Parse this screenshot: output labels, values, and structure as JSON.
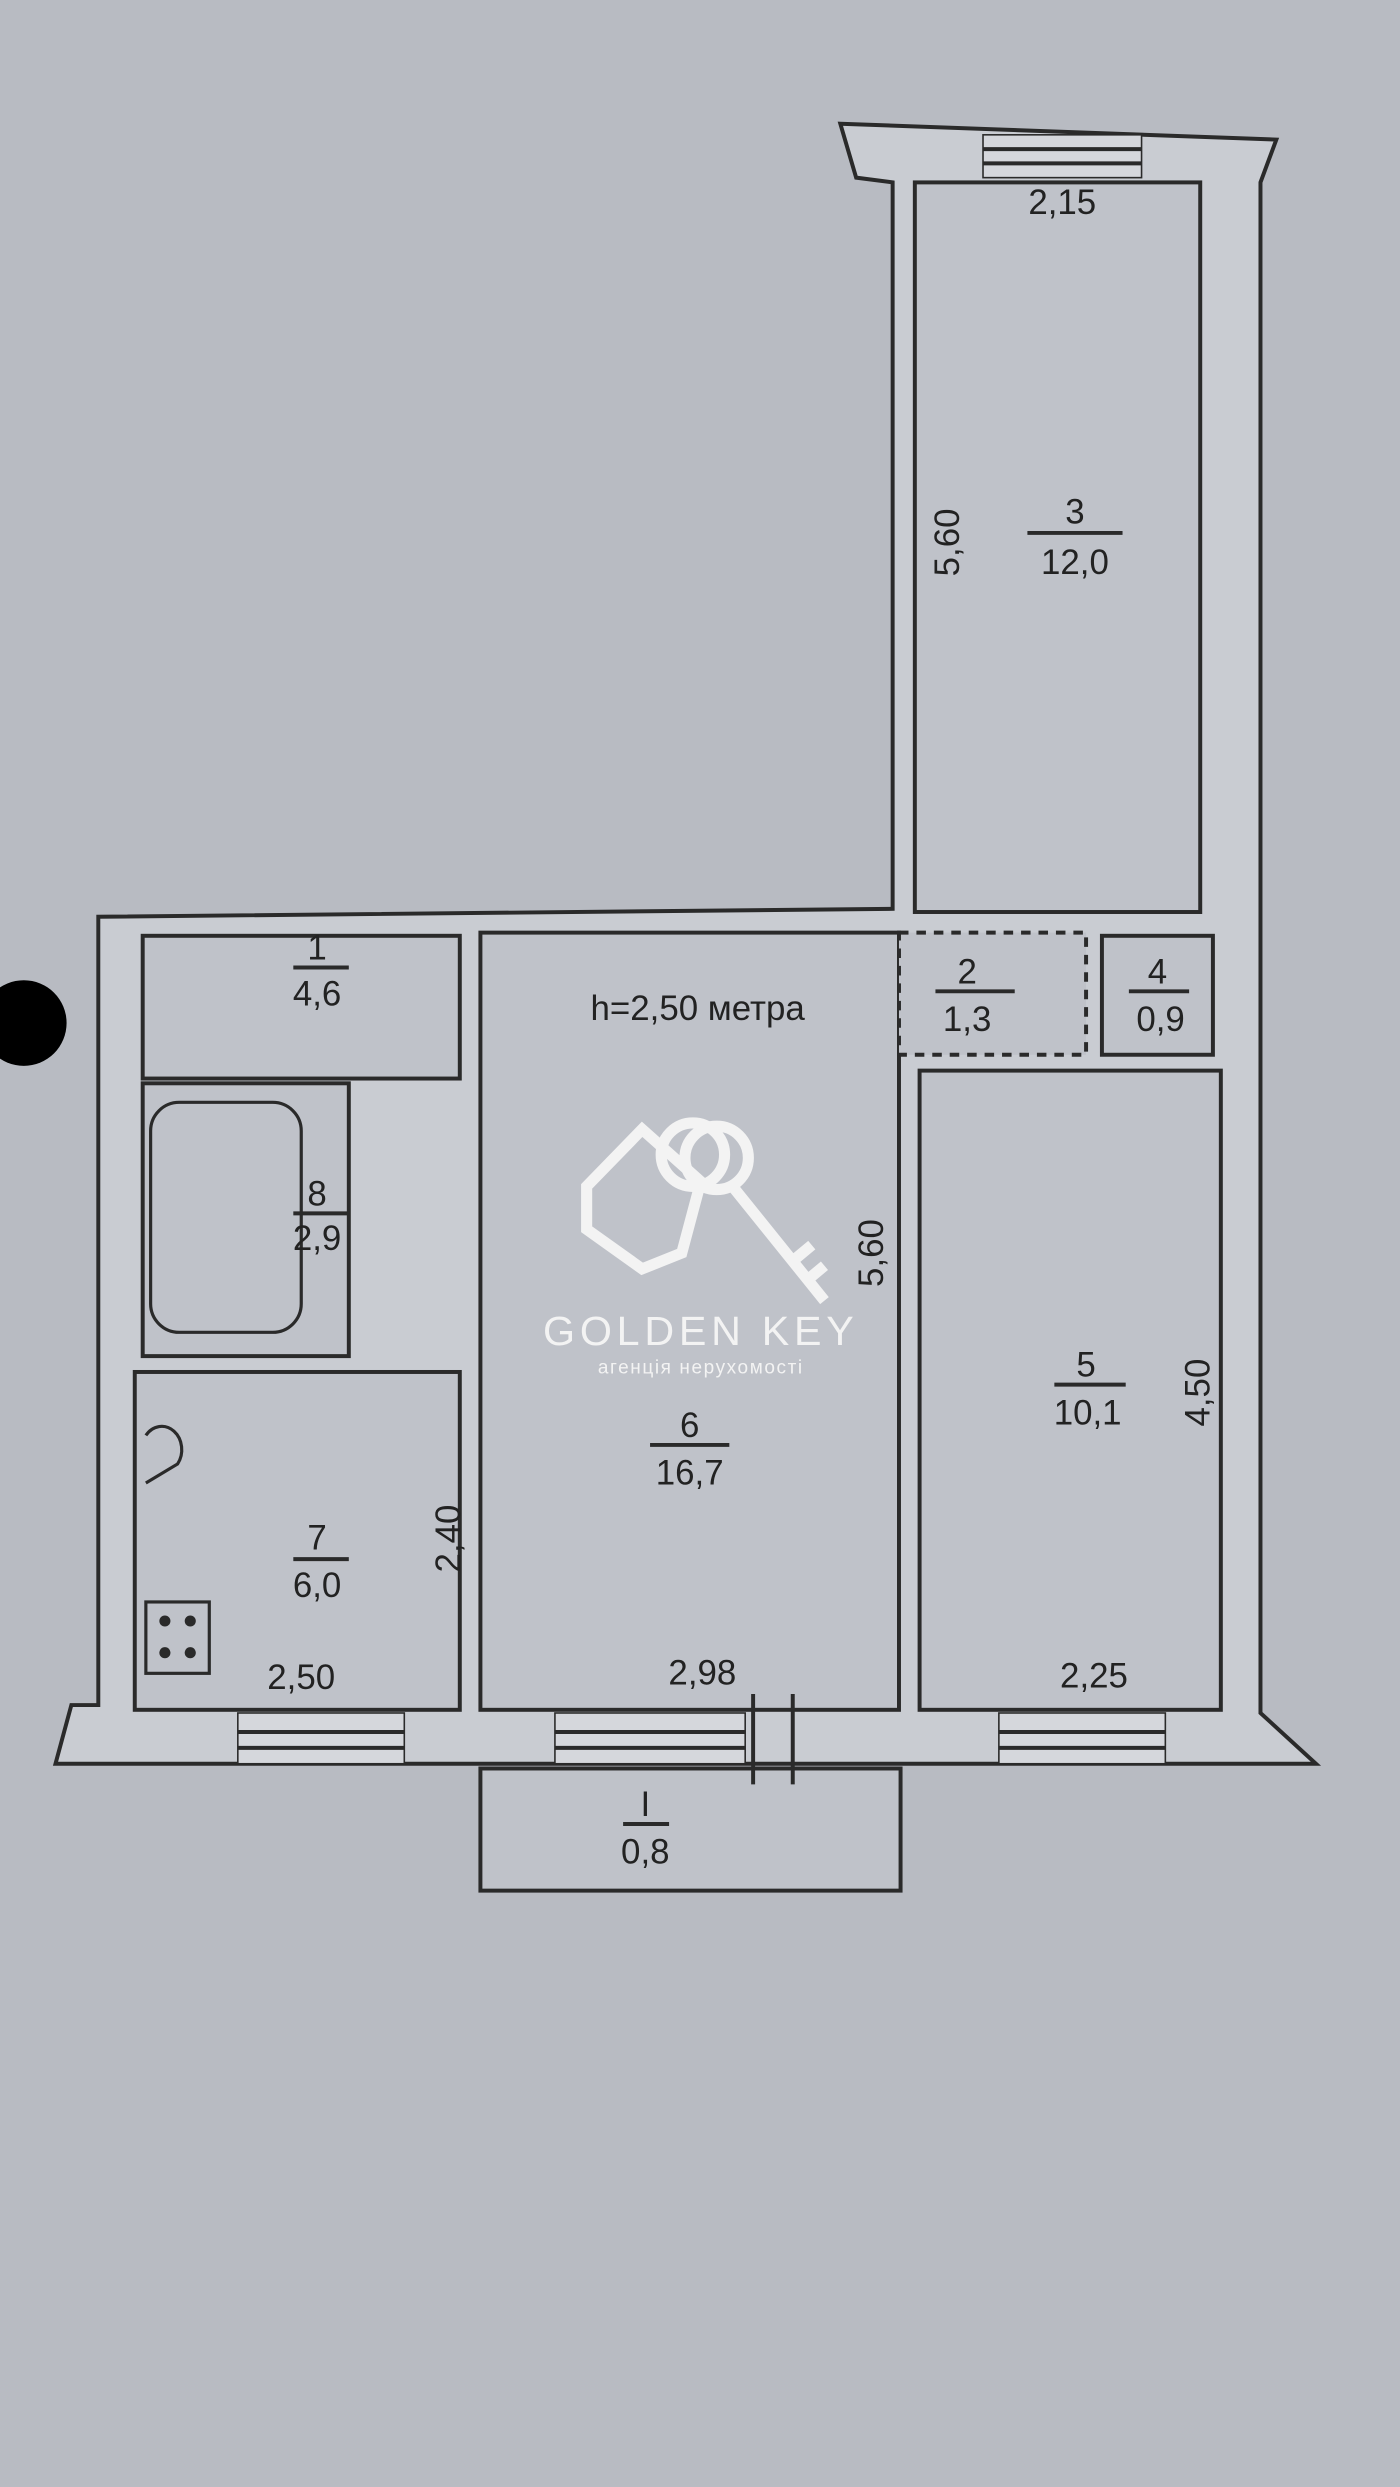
{
  "height_note": "h=2,50 метра",
  "rooms": [
    {
      "number": "1",
      "area": "4,6"
    },
    {
      "number": "2",
      "area": "1,3"
    },
    {
      "number": "3",
      "area": "12,0"
    },
    {
      "number": "4",
      "area": "0,9"
    },
    {
      "number": "5",
      "area": "10,1"
    },
    {
      "number": "6",
      "area": "16,7"
    },
    {
      "number": "7",
      "area": "6,0"
    },
    {
      "number": "8",
      "area": "2,9"
    },
    {
      "number": "I",
      "area": "0,8"
    }
  ],
  "dimensions": {
    "room3_width": "2,15",
    "room3_length": "5,60",
    "room6_length": "5,60",
    "room5_length": "4,50",
    "room7_length": "2,40",
    "room7_width": "2,50",
    "room6_width": "2,98",
    "room5_width": "2,25"
  },
  "watermark": {
    "brand": "GOLDEN KEY",
    "tagline": "агенція нерухомості"
  }
}
